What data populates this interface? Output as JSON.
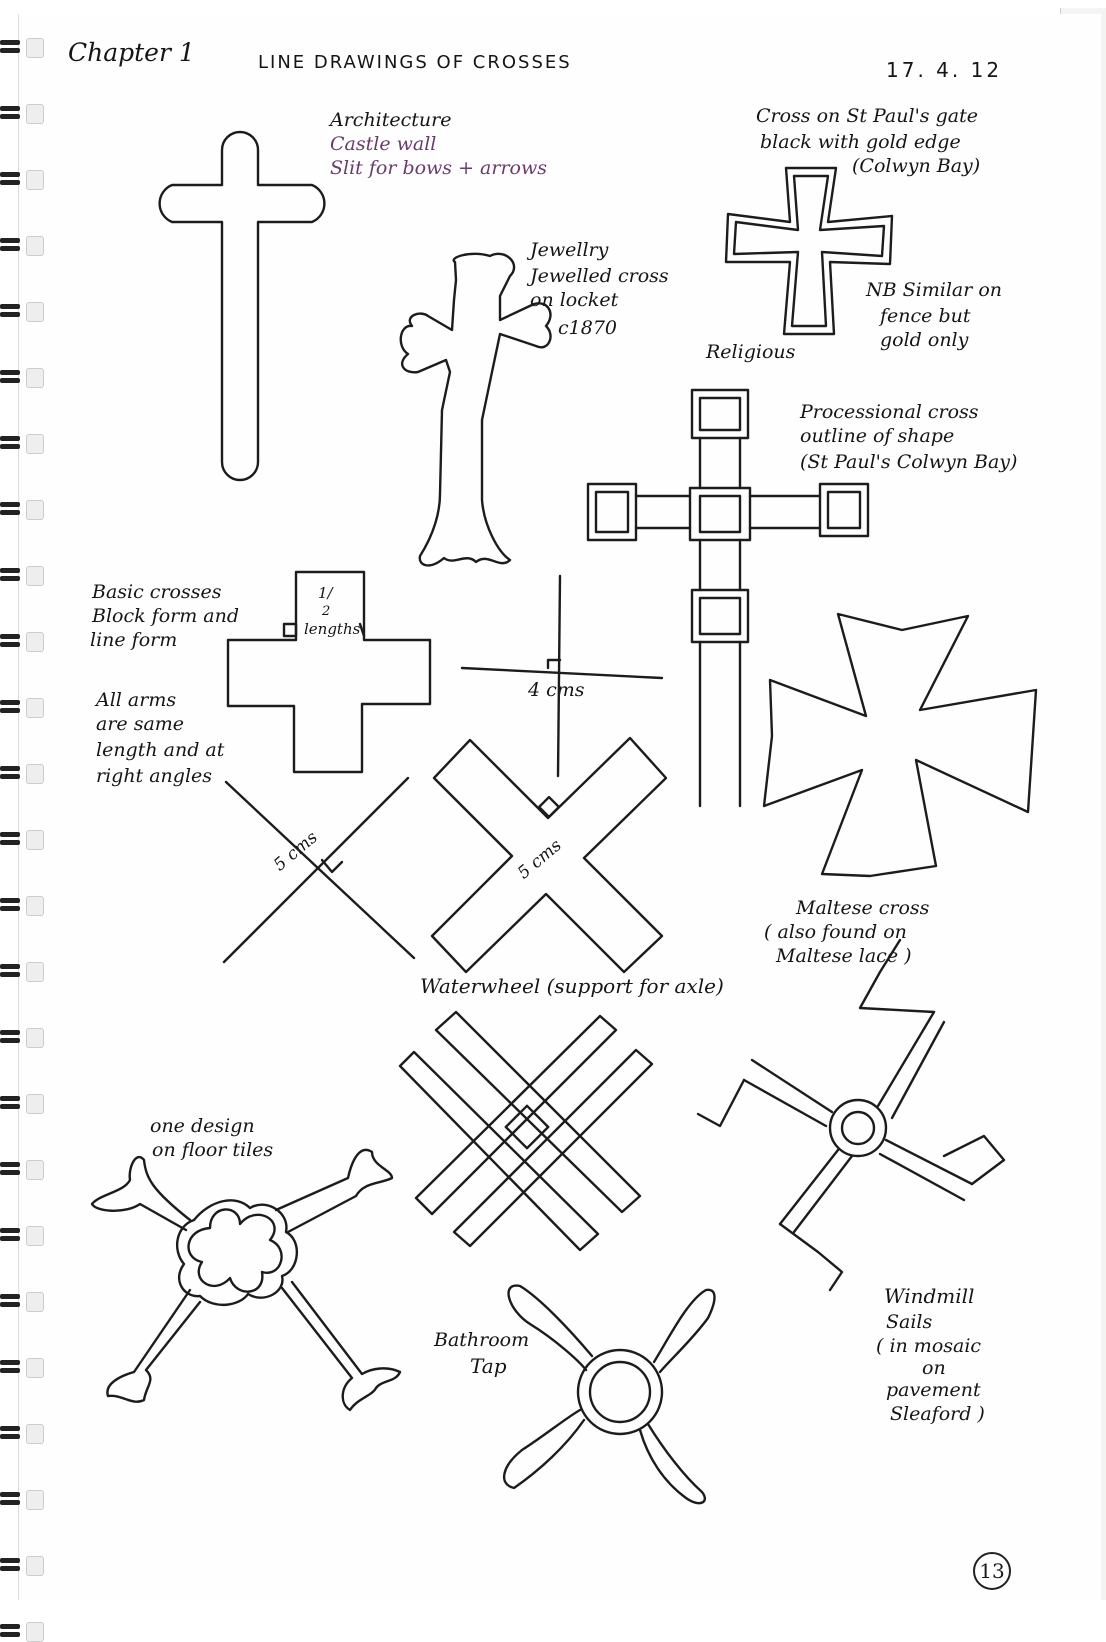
{
  "header": {
    "chapter": "Chapter 1",
    "title": "LINE DRAWINGS OF CROSSES",
    "date": "17. 4. 12"
  },
  "labels": {
    "architecture": [
      "Architecture",
      "Castle wall",
      "Slit for bows + arrows"
    ],
    "jewellry": [
      "Jewellry",
      "Jewelled cross",
      "on locket",
      "c1870"
    ],
    "gate": [
      "Cross on St Paul's gate",
      "black with gold edge",
      "(Colwyn Bay)"
    ],
    "fence": [
      "NB Similar on",
      "fence but",
      "gold only"
    ],
    "religious": "Religious",
    "processional": [
      "Processional cross",
      "outline of shape",
      "(St Paul's Colwyn Bay)"
    ],
    "basic": [
      "Basic crosses",
      "Block form and",
      "line form"
    ],
    "half": [
      "1/",
      "2",
      "lengths"
    ],
    "four_cms": "4 cms",
    "all_arms": [
      "All arms",
      "are same",
      "length and at",
      "right angles"
    ],
    "five_cms_a": "5 cms",
    "five_cms_b": "5 cms",
    "maltese": [
      "Maltese cross",
      "( also found on",
      "Maltese lace )"
    ],
    "waterwheel": "Waterwheel (support for axle)",
    "floor": [
      "one design",
      "on floor tiles"
    ],
    "bathroom": [
      "Bathroom",
      "Tap"
    ],
    "windmill": [
      "Windmill",
      "Sails",
      "( in mosaic",
      "on",
      "pavement",
      "Sleaford )"
    ]
  },
  "page_number": "13"
}
